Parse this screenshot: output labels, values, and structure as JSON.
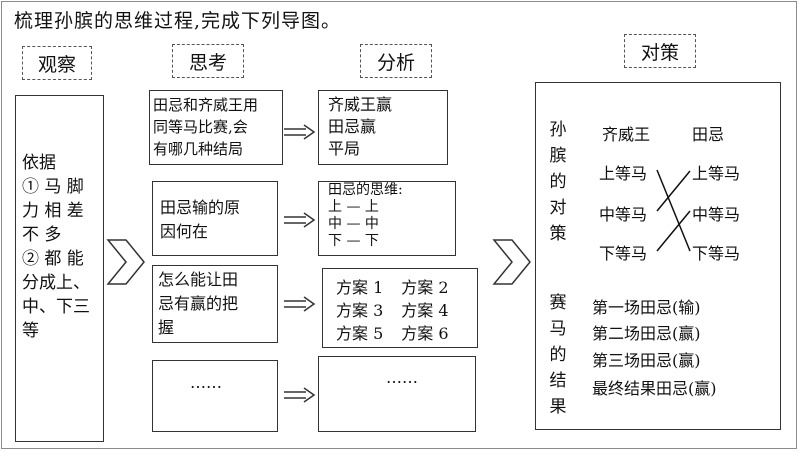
{
  "title": "梳理孙膑的思维过程,完成下列导图。",
  "headers": {
    "observe": "观察",
    "think": "思考",
    "analyze": "分析",
    "strategy": "对策"
  },
  "observe_box": {
    "lines": [
      "依据",
      "① 马 脚",
      "力 相 差",
      "不 多",
      "② 都 能",
      "分成上、",
      "中、下三",
      "等"
    ]
  },
  "think_boxes": [
    {
      "lines": [
        "田忌和齐威王用",
        "同等马比赛,会",
        "有哪几种结局"
      ]
    },
    {
      "lines": [
        "田忌输的原",
        "因何在"
      ]
    },
    {
      "lines": [
        "怎么能让田",
        "忌有赢的把",
        "握"
      ]
    },
    {
      "lines": [
        "……"
      ]
    }
  ],
  "analyze_boxes": [
    {
      "lines": [
        "齐威王赢",
        "田忌赢",
        "平局"
      ]
    },
    {
      "lines": [
        "田忌的思维:",
        "上 — 上",
        "中 — 中",
        "下 — 下"
      ]
    },
    {
      "rows": [
        [
          "方案 1",
          "方案 2"
        ],
        [
          "方案 3",
          "方案 4"
        ],
        [
          "方案 5",
          "方案 6"
        ]
      ]
    },
    {
      "lines": [
        "……"
      ]
    }
  ],
  "strategy": {
    "vertical_label_1": "孙膑的对策",
    "vertical_label_2": "赛马的结果",
    "col_qi": "齐威王",
    "col_tian": "田忌",
    "qi_horses": [
      "上等马",
      "中等马",
      "下等马"
    ],
    "tian_horses": [
      "上等马",
      "中等马",
      "下等马"
    ],
    "results": [
      "第一场田忌(输)",
      "第二场田忌(赢)",
      "第三场田忌(赢)",
      "最终结果田忌(赢)"
    ]
  }
}
